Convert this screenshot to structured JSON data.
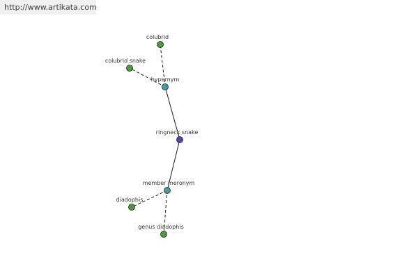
{
  "header": {
    "url_text": "http://www.artikata.com"
  },
  "colors": {
    "word_node": "#4e9a3e",
    "relation_node": "#4c9aa0",
    "center_node": "#4a4aa8",
    "edge": "#1a1a1a",
    "node_outline": "#222222"
  },
  "graph": {
    "nodes": [
      {
        "id": "colubrid",
        "label": "colubrid",
        "kind": "word"
      },
      {
        "id": "colubrid-snake",
        "label": "colubrid snake",
        "kind": "word"
      },
      {
        "id": "hypernym",
        "label": "hypernym",
        "kind": "relation"
      },
      {
        "id": "ringneck-snake",
        "label": "ringneck snake",
        "kind": "center"
      },
      {
        "id": "member-meronym",
        "label": "member meronym",
        "kind": "relation"
      },
      {
        "id": "diadophis",
        "label": "diadophis",
        "kind": "word"
      },
      {
        "id": "genus-diadophis",
        "label": "genus diadophis",
        "kind": "word"
      }
    ],
    "edges": [
      {
        "from": "hypernym",
        "to": "colubrid",
        "style": "dashed"
      },
      {
        "from": "hypernym",
        "to": "colubrid-snake",
        "style": "dashed"
      },
      {
        "from": "ringneck-snake",
        "to": "hypernym",
        "style": "solid"
      },
      {
        "from": "ringneck-snake",
        "to": "member-meronym",
        "style": "solid"
      },
      {
        "from": "member-meronym",
        "to": "diadophis",
        "style": "dashed"
      },
      {
        "from": "member-meronym",
        "to": "genus-diadophis",
        "style": "dashed"
      }
    ]
  }
}
